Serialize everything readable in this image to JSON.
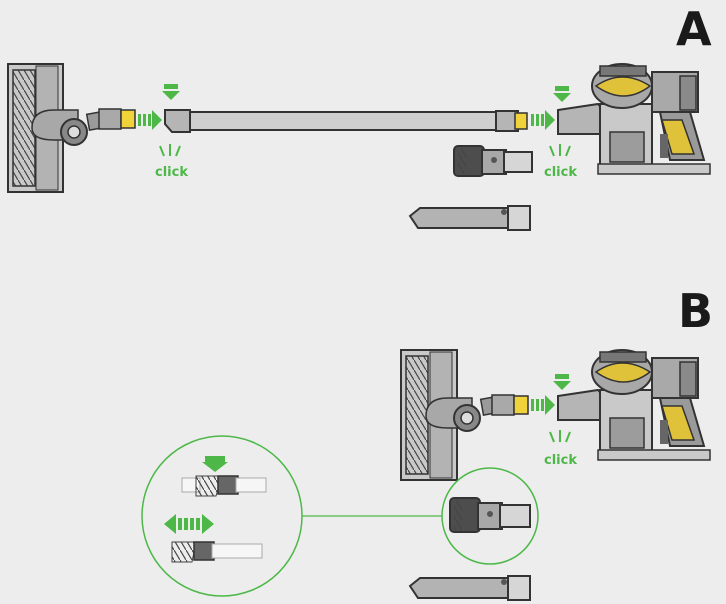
{
  "sections": {
    "a": {
      "letter": "A"
    },
    "b": {
      "letter": "B"
    }
  },
  "labels": {
    "click_1": "click",
    "click_2": "click",
    "click_3": "click"
  },
  "colors": {
    "background": "#ededed",
    "accent_green": "#4db848",
    "tool_grey": "#9a9a9a",
    "tool_light": "#c8c8c8",
    "tool_dark": "#5a5a5a",
    "outline": "#333333",
    "motor_yellow": "#e0c23a"
  },
  "icons": [
    "arrow-down-icon",
    "arrow-right-icon",
    "click-burst-icon",
    "double-arrow-icon"
  ]
}
